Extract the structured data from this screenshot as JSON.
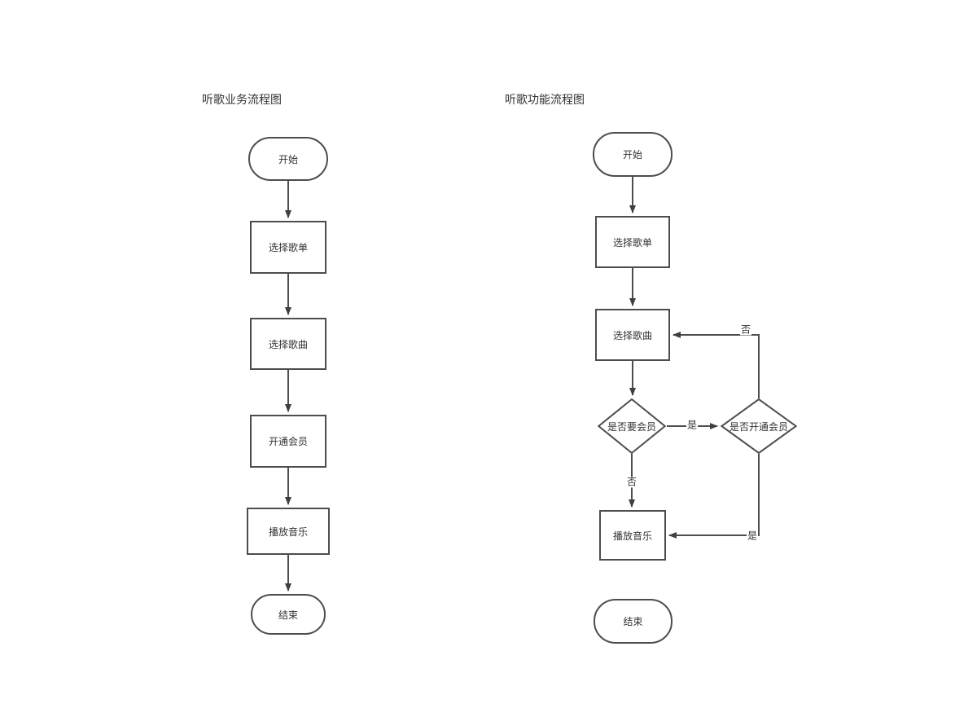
{
  "style": {
    "stroke_color": "#4d4d4d",
    "arrow_color": "#3f3f3f",
    "text_color": "#333333",
    "background": "#ffffff"
  },
  "left_diagram": {
    "title": "听歌业务流程图",
    "nodes": {
      "start": {
        "type": "terminal",
        "label": "开始"
      },
      "select_playlist": {
        "type": "process",
        "label": "选择歌单"
      },
      "select_song": {
        "type": "process",
        "label": "选择歌曲"
      },
      "open_membership": {
        "type": "process",
        "label": "开通会员"
      },
      "play_music": {
        "type": "process",
        "label": "播放音乐"
      },
      "end": {
        "type": "terminal",
        "label": "结束"
      }
    },
    "edges": [
      {
        "from": "start",
        "to": "select_playlist"
      },
      {
        "from": "select_playlist",
        "to": "select_song"
      },
      {
        "from": "select_song",
        "to": "open_membership"
      },
      {
        "from": "open_membership",
        "to": "play_music"
      },
      {
        "from": "play_music",
        "to": "end"
      }
    ]
  },
  "right_diagram": {
    "title": "听歌功能流程图",
    "nodes": {
      "start": {
        "type": "terminal",
        "label": "开始"
      },
      "select_playlist": {
        "type": "process",
        "label": "选择歌单"
      },
      "select_song": {
        "type": "process",
        "label": "选择歌曲"
      },
      "need_membership": {
        "type": "decision",
        "label": "是否要会员"
      },
      "membership_opened": {
        "type": "decision",
        "label": "是否开通会员"
      },
      "play_music": {
        "type": "process",
        "label": "播放音乐"
      },
      "end": {
        "type": "terminal",
        "label": "结束"
      }
    },
    "edges": [
      {
        "from": "start",
        "to": "select_playlist"
      },
      {
        "from": "select_playlist",
        "to": "select_song"
      },
      {
        "from": "select_song",
        "to": "need_membership"
      },
      {
        "from": "need_membership",
        "to": "membership_opened",
        "label": "是"
      },
      {
        "from": "need_membership",
        "to": "play_music",
        "label": "否"
      },
      {
        "from": "membership_opened",
        "to": "select_song",
        "label": "否"
      },
      {
        "from": "membership_opened",
        "to": "play_music",
        "label": "是"
      },
      {
        "from": "play_music",
        "to": "end"
      }
    ],
    "edge_labels": {
      "need_yes": "是",
      "need_no": "否",
      "opened_no": "否",
      "opened_yes": "是"
    }
  }
}
